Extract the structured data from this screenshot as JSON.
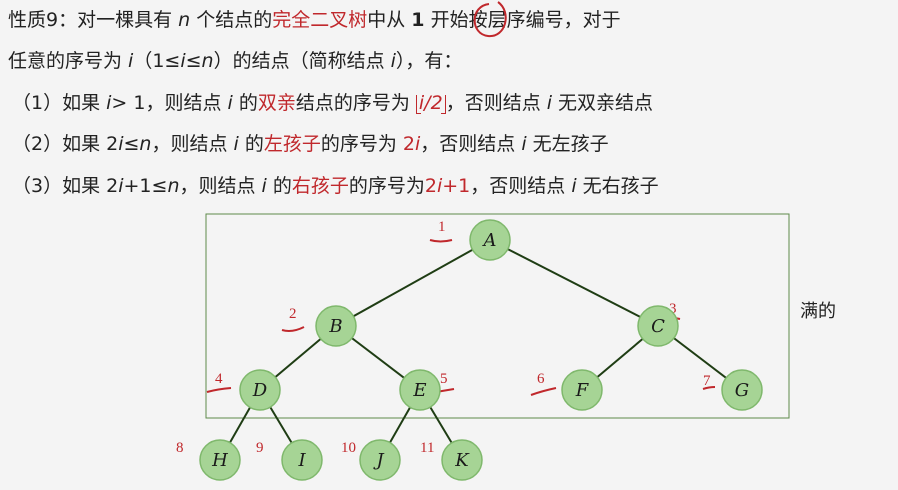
{
  "lines": {
    "l1": {
      "a": "性质9：对一棵具有 ",
      "n": "n",
      "b": " 个结点的",
      "red": "完全二叉树",
      "c": "中从 ",
      "one": "1",
      "d": " 开始按层序编号，对于"
    },
    "l2": {
      "a": "任意的序号为 ",
      "i": "i",
      "b": "（1≤",
      "i2": "i",
      "c": "≤",
      "n": "n",
      "d": "）的结点（简称结点 ",
      "i3": "i",
      "e": "），有："
    },
    "l3": {
      "a": "（1）如果 ",
      "i": "i",
      "b": "> 1，则结点 ",
      "i2": "i",
      "c": " 的",
      "red1": "双亲",
      "d": "结点的序号为 ",
      "floor": "i/2",
      "e": "，否则结点 ",
      "i3": "i",
      "f": " 无双亲结点"
    },
    "l4": {
      "a": "（2）如果 2",
      "i": "i",
      "b": "≤",
      "n": "n",
      "c": "，则结点 ",
      "i2": "i",
      "d": " 的",
      "red1": "左孩子",
      "e": "的序号为 ",
      "red2": "2",
      "i3": "i",
      "f": "，否则结点 ",
      "i4": "i",
      "g": " 无左孩子"
    },
    "l5": {
      "a": "（3）如果 2",
      "i": "i",
      "b": "+1≤",
      "n": "n",
      "c": "，则结点 ",
      "i2": "i",
      "d": " 的",
      "red1": "右孩子",
      "e": "的序号为",
      "red2": "2",
      "i3": "i",
      "red3": "+1",
      "f": "，否则结点 ",
      "i4": "i",
      "g": " 无右孩子"
    }
  },
  "tree": {
    "nodes": [
      {
        "id": "A",
        "label": "A",
        "num": "1"
      },
      {
        "id": "B",
        "label": "B",
        "num": "2"
      },
      {
        "id": "C",
        "label": "C",
        "num": "3"
      },
      {
        "id": "D",
        "label": "D",
        "num": "4"
      },
      {
        "id": "E",
        "label": "E",
        "num": "5"
      },
      {
        "id": "F",
        "label": "F",
        "num": "6"
      },
      {
        "id": "G",
        "label": "G",
        "num": "7"
      },
      {
        "id": "H",
        "label": "H",
        "num": "8"
      },
      {
        "id": "I",
        "label": "I",
        "num": "9"
      },
      {
        "id": "J",
        "label": "J",
        "num": "10"
      },
      {
        "id": "K",
        "label": "K",
        "num": "11"
      }
    ],
    "edges": [
      [
        "A",
        "B"
      ],
      [
        "A",
        "C"
      ],
      [
        "B",
        "D"
      ],
      [
        "B",
        "E"
      ],
      [
        "C",
        "F"
      ],
      [
        "C",
        "G"
      ],
      [
        "D",
        "H"
      ],
      [
        "D",
        "I"
      ],
      [
        "E",
        "J"
      ],
      [
        "E",
        "K"
      ]
    ],
    "full_label": "满的"
  },
  "colors": {
    "node_fill": "#a6d495",
    "node_stroke": "#7fb86c",
    "edge": "#1f3d14",
    "annotation": "#c0282c",
    "box": "#5e8a4a"
  }
}
